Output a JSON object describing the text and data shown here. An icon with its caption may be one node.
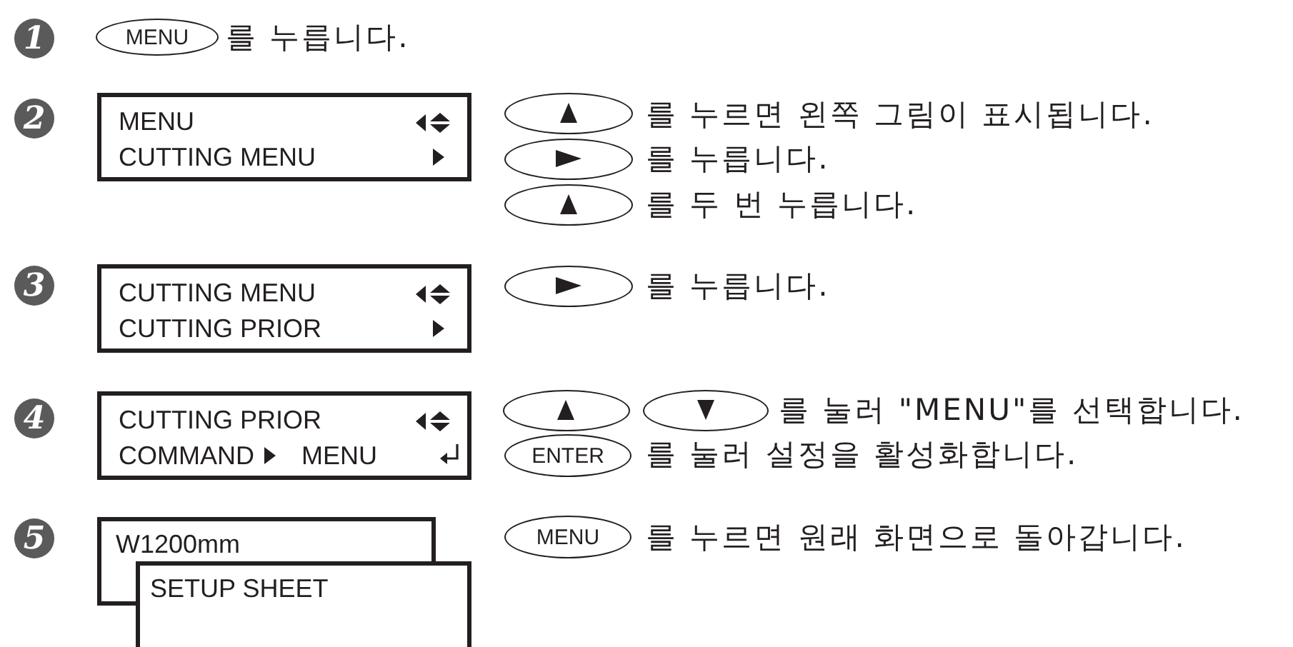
{
  "diagram": {
    "nodes": [
      {
        "text": [
          "1"
        ]
      },
      {
        "text": [
          "MENU"
        ]
      },
      {
        "text": [
          "2"
        ]
      },
      {
        "text": [
          "MENU",
          "CUTTING MENU"
        ]
      },
      {
        "text": [],
        "shape": "ellipse"
      },
      {
        "text": [],
        "shape": "ellipse"
      },
      {
        "text": [],
        "shape": "ellipse"
      },
      {
        "text": [
          "3"
        ]
      },
      {
        "text": [
          "CUTTING MENU",
          "CUTTING PRIOR"
        ]
      },
      {
        "text": [],
        "shape": "ellipse"
      },
      {
        "text": [
          "4"
        ]
      },
      {
        "text": [
          "CUTTING PRIOR",
          "COMMAND",
          "MENU"
        ]
      },
      {
        "text": [],
        "shape": "ellipse"
      },
      {
        "text": [],
        "shape": "ellipse"
      },
      {
        "text": [
          "ENTER"
        ]
      },
      {
        "text": [
          "5"
        ]
      },
      {
        "text": [
          "W1200mm"
        ]
      },
      {
        "text": [
          "SETUP SHEET"
        ]
      },
      {
        "text": [
          "MENU"
        ]
      }
    ],
    "labels": [
      "를 누릅니다.",
      "를 누르면 왼쪽 그림이 표시됩니다.",
      "를 누릅니다.",
      "를 두 번 누릅니다.",
      "를 누릅니다.",
      "를 눌러 \"MENU\"를 선택합니다.",
      "를 눌러 설정을 활성화합니다.",
      "를 누르면 원래 화면으로 돌아갑니다."
    ]
  }
}
